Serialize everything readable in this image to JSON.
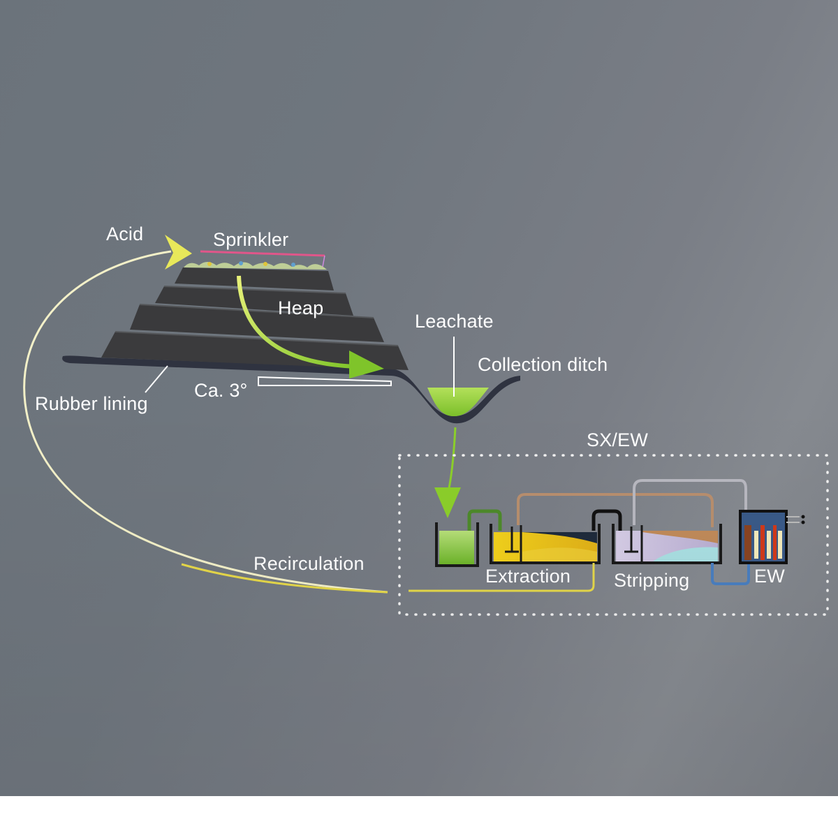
{
  "diagram": {
    "title": "Heap leaching with SX/EW process",
    "labels": {
      "acid": "Acid",
      "sprinkler": "Sprinkler",
      "heap": "Heap",
      "leachate": "Leachate",
      "collection_ditch": "Collection ditch",
      "rubber_lining": "Rubber lining",
      "slope": "Ca. 3°",
      "sxew": "SX/EW",
      "recirculation": "Recirculation",
      "extraction": "Extraction",
      "stripping": "Stripping",
      "ew": "EW"
    },
    "colors": {
      "background": "#71787f",
      "heap": "#3a3a3c",
      "flow_arrow": "#8ccf2a",
      "acid_arrow": "#e8e85a",
      "leachate": "#8cc63f",
      "extraction_liquid": "#e8c21a",
      "stripping_liquid": "#c9b8dc",
      "recirculation_line": "#e6d84a"
    },
    "heap_steps": 4
  }
}
